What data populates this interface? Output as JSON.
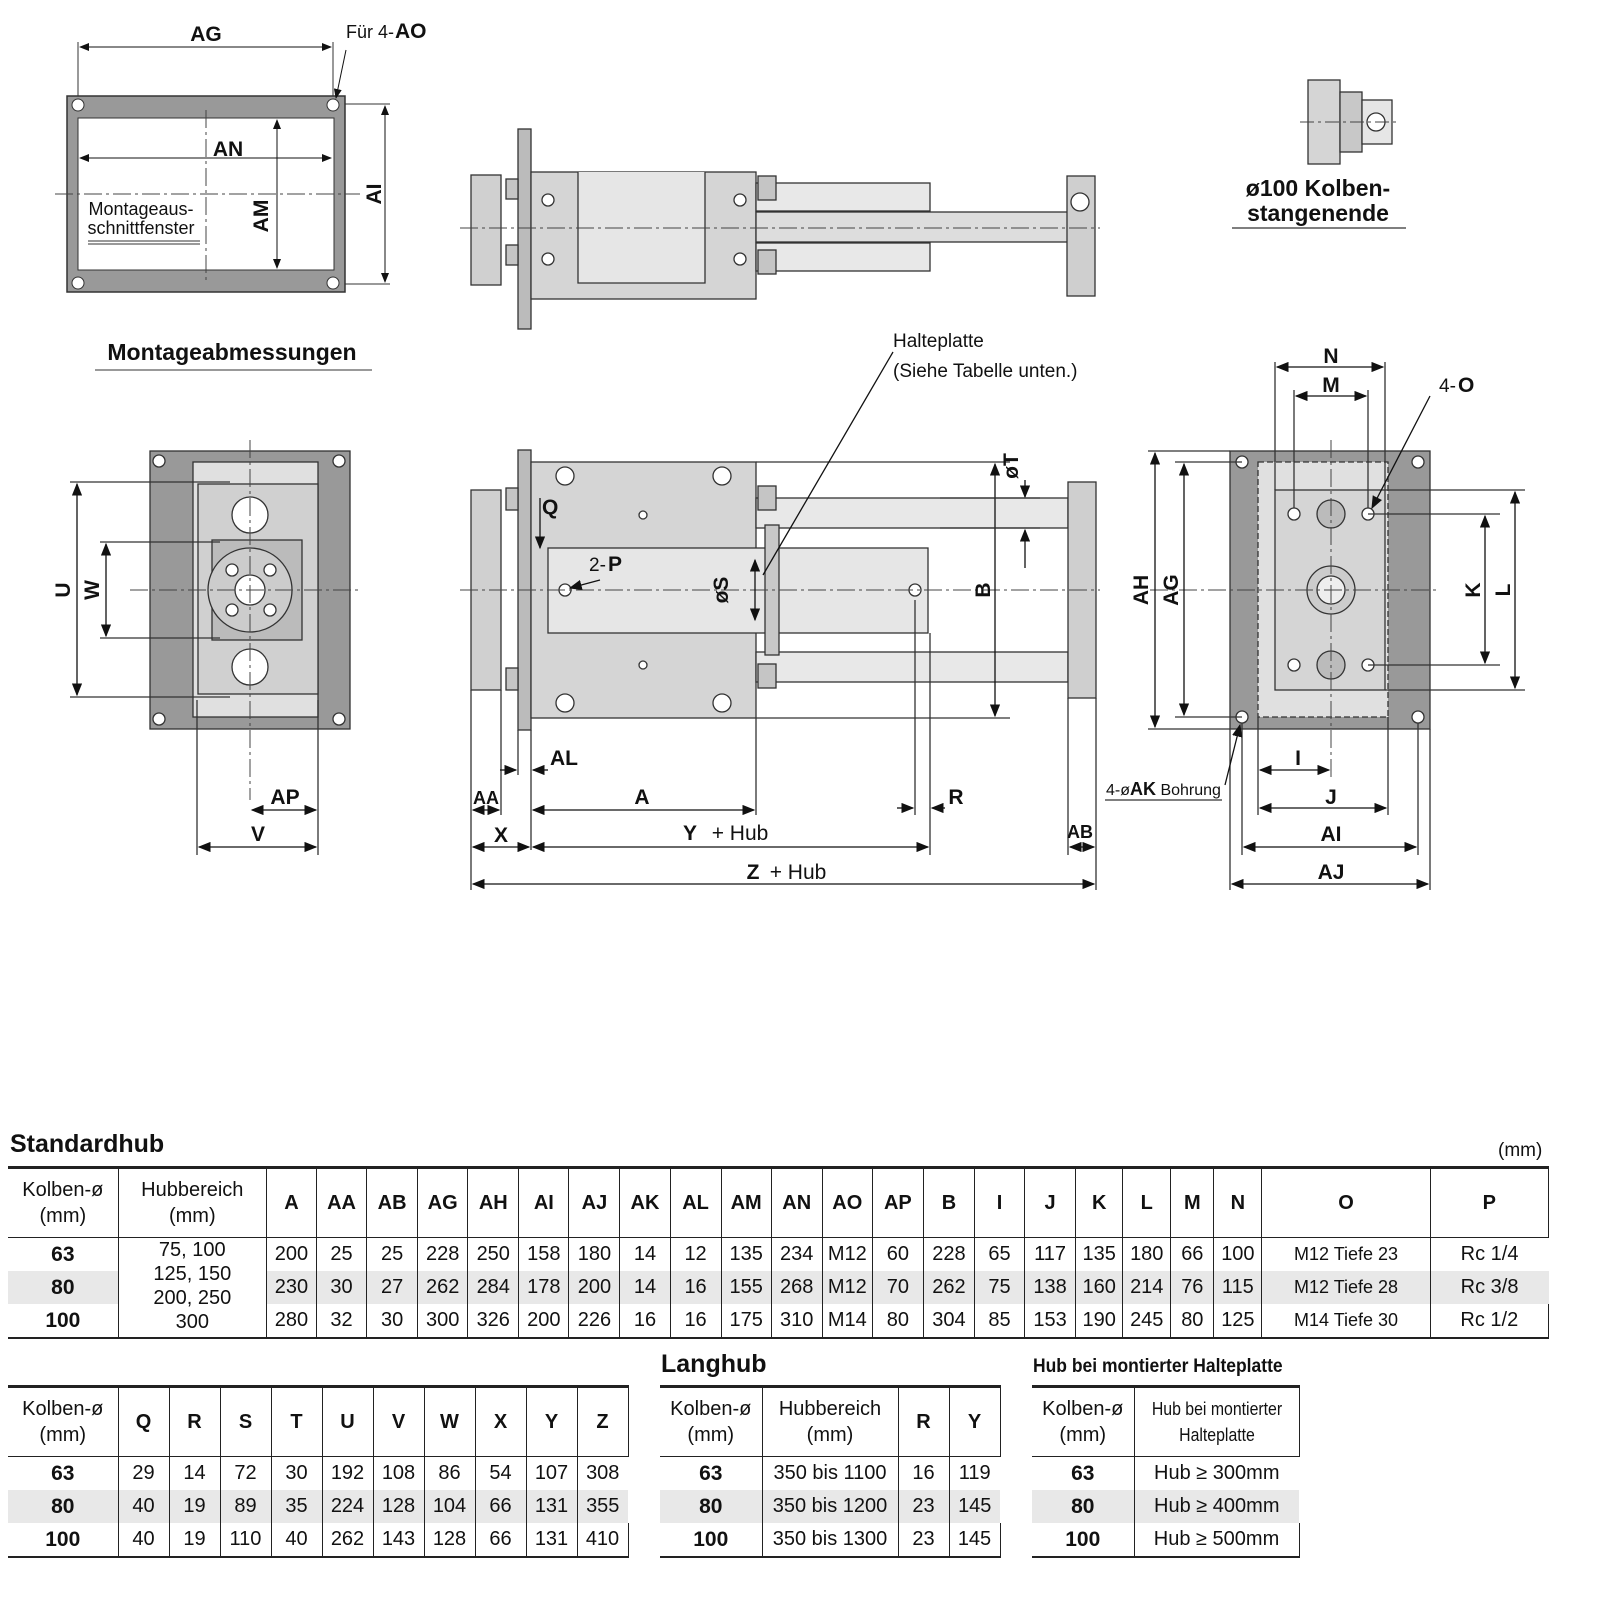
{
  "drawing": {
    "labels": {
      "ag": "AG",
      "fuer_4": "Für 4-",
      "ao": "AO",
      "an": "AN",
      "am": "AM",
      "ai": "AI",
      "montageausschnitt_1": "Montageaus-",
      "montageausschnitt_2": "schnittfenster",
      "montageabmessungen": "Montageabmessungen",
      "kolben_1": "ø100 Kolben-",
      "kolben_2": "stangenende",
      "halteplatte": "Halteplatte",
      "siehe": "(Siehe Tabelle unten.)",
      "u": "U",
      "w": "W",
      "ap": "AP",
      "v": "V",
      "q": "Q",
      "p_pre": "2-",
      "p": "P",
      "s": "øS",
      "t": "øT",
      "b": "B",
      "al": "AL",
      "aa": "AA",
      "a": "A",
      "r": "R",
      "x": "X",
      "y": "Y",
      "y_hub": "+ Hub",
      "ab": "AB",
      "z": "Z",
      "z_hub": "+ Hub",
      "n": "N",
      "m": "M",
      "o_pre": "4-",
      "o": "O",
      "ah": "AH",
      "ag2": "AG",
      "k": "K",
      "l": "L",
      "i": "I",
      "j": "J",
      "ak_pre": "4-ø",
      "ak": "AK",
      "ak_post": " Bohrung",
      "ai2": "AI",
      "aj": "AJ"
    }
  },
  "standard": {
    "title": "Standardhub",
    "unit": "(mm)",
    "headers": [
      "Kolben-ø (mm)",
      "Hubbereich (mm)",
      "A",
      "AA",
      "AB",
      "AG",
      "AH",
      "AI",
      "AJ",
      "AK",
      "AL",
      "AM",
      "AN",
      "AO",
      "AP",
      "B",
      "I",
      "J",
      "K",
      "L",
      "M",
      "N",
      "O",
      "P"
    ],
    "stroke_range": [
      "75, 100",
      "125, 150",
      "200, 250",
      "300"
    ],
    "rows": [
      {
        "bore": "63",
        "cells": [
          "200",
          "25",
          "25",
          "228",
          "250",
          "158",
          "180",
          "14",
          "12",
          "135",
          "234",
          "M12",
          "60",
          "228",
          "65",
          "117",
          "135",
          "180",
          "66",
          "100",
          "M12 Tiefe 23",
          "Rc 1/4"
        ]
      },
      {
        "bore": "80",
        "cells": [
          "230",
          "30",
          "27",
          "262",
          "284",
          "178",
          "200",
          "14",
          "16",
          "155",
          "268",
          "M12",
          "70",
          "262",
          "75",
          "138",
          "160",
          "214",
          "76",
          "115",
          "M12 Tiefe 28",
          "Rc 3/8"
        ]
      },
      {
        "bore": "100",
        "cells": [
          "280",
          "32",
          "30",
          "300",
          "326",
          "200",
          "226",
          "16",
          "16",
          "175",
          "310",
          "M14",
          "80",
          "304",
          "85",
          "153",
          "190",
          "245",
          "80",
          "125",
          "M14 Tiefe 30",
          "Rc 1/2"
        ]
      }
    ]
  },
  "second": {
    "headers": [
      "Kolben-ø (mm)",
      "Q",
      "R",
      "S",
      "T",
      "U",
      "V",
      "W",
      "X",
      "Y",
      "Z"
    ],
    "rows": [
      {
        "bore": "63",
        "cells": [
          "29",
          "14",
          "72",
          "30",
          "192",
          "108",
          "86",
          "54",
          "107",
          "308"
        ]
      },
      {
        "bore": "80",
        "cells": [
          "40",
          "19",
          "89",
          "35",
          "224",
          "128",
          "104",
          "66",
          "131",
          "355"
        ]
      },
      {
        "bore": "100",
        "cells": [
          "40",
          "19",
          "110",
          "40",
          "262",
          "143",
          "128",
          "66",
          "131",
          "410"
        ]
      }
    ]
  },
  "langhub": {
    "title": "Langhub",
    "headers": [
      "Kolben-ø (mm)",
      "Hubbereich (mm)",
      "R",
      "Y"
    ],
    "rows": [
      {
        "bore": "63",
        "cells": [
          "350 bis 1100",
          "16",
          "119"
        ]
      },
      {
        "bore": "80",
        "cells": [
          "350 bis 1200",
          "23",
          "145"
        ]
      },
      {
        "bore": "100",
        "cells": [
          "350 bis 1300",
          "23",
          "145"
        ]
      }
    ]
  },
  "halteplatte": {
    "title": "Hub bei montierter Halteplatte",
    "headers": [
      "Kolben-ø (mm)",
      "Hub bei montierter Halteplatte"
    ],
    "rows": [
      {
        "bore": "63",
        "cells": [
          "Hub ≥ 300mm"
        ]
      },
      {
        "bore": "80",
        "cells": [
          "Hub ≥ 400mm"
        ]
      },
      {
        "bore": "100",
        "cells": [
          "Hub ≥ 500mm"
        ]
      }
    ]
  }
}
